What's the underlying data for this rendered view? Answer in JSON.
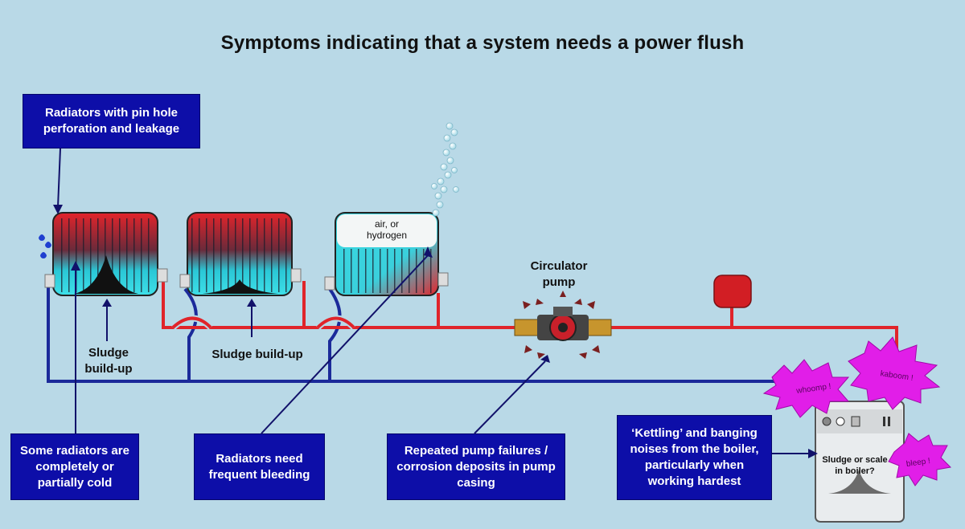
{
  "title": "Symptoms indicating that a system needs a power flush",
  "callouts": {
    "pin_hole": "Radiators with pin hole perforation and leakage",
    "cold": "Some radiators are completely or partially cold",
    "bleeding": "Radiators need frequent bleeding",
    "pump_failures": "Repeated pump failures / corrosion deposits in pump casing",
    "kettling": "‘Kettling’ and banging noises from the boiler, particularly when working hardest"
  },
  "labels": {
    "sludge_1": "Sludge build-up",
    "sludge_2": "Sludge build-up",
    "circulator_pump": "Circulator pump",
    "air_hydrogen": "air, or hydrogen",
    "boiler_sludge": "Sludge or scale in boiler?"
  },
  "sounds": {
    "whoomp": "whoomp !",
    "kaboom": "kaboom !",
    "bleep": "bleep !"
  },
  "colors": {
    "background": "#b9d9e7",
    "callout_bg": "#0d0ea8",
    "flow_pipe": "#e0242a",
    "return_pipe": "#1b2a9a",
    "hot": "#e3242b",
    "cold": "#33d6e0",
    "burst": "#e11ee8"
  }
}
